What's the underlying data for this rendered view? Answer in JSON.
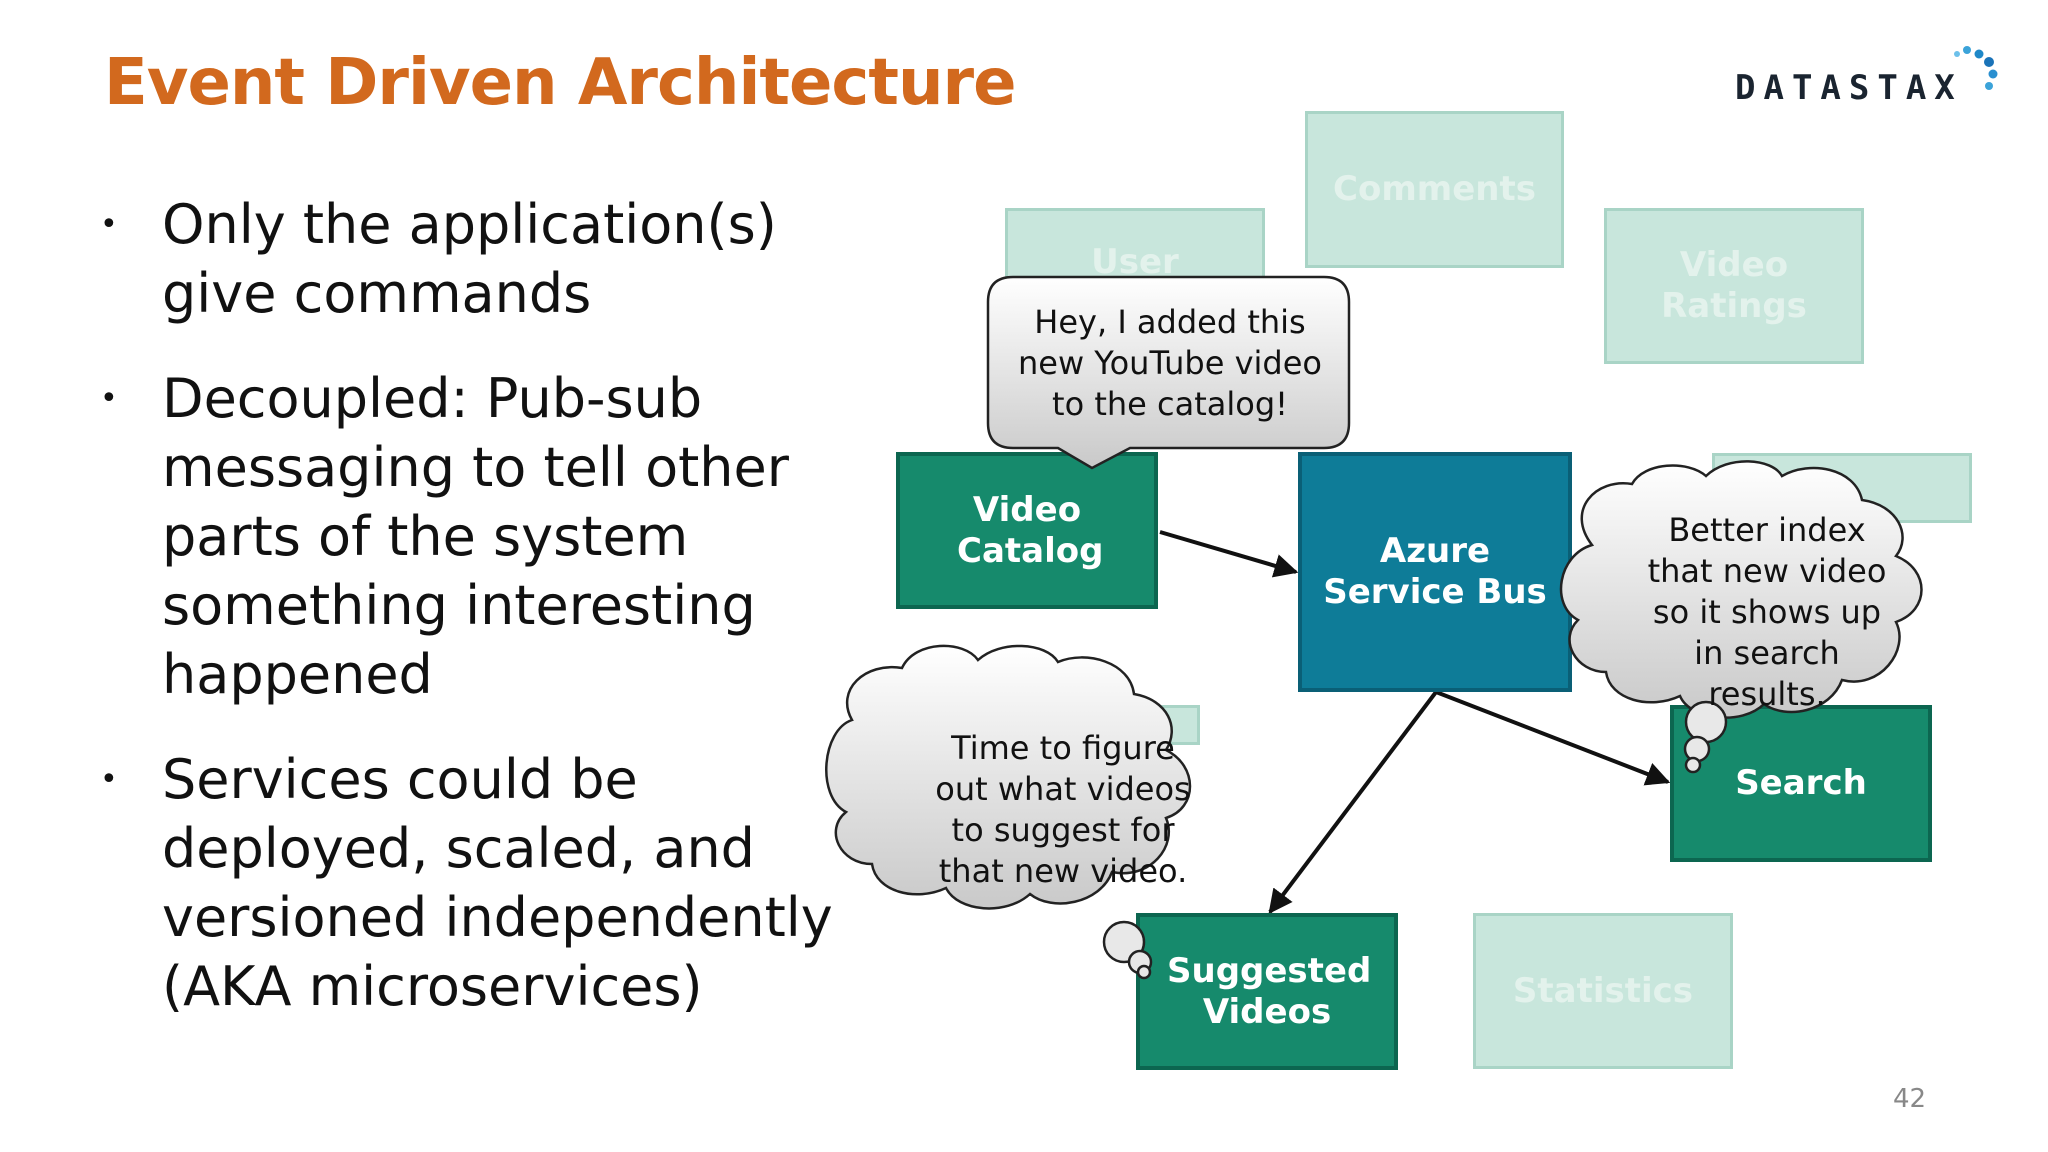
{
  "title": "Event Driven Architecture",
  "logo": {
    "text": "DATASTAX"
  },
  "bullets": [
    "Only the application(s) give commands",
    "Decoupled: Pub-sub messaging to tell other parts of the system something interesting happened",
    "Services could be deployed, scaled, and versioned independently (AKA microservices)"
  ],
  "diagram": {
    "ghost_boxes": {
      "comments": "Comments",
      "user": "User",
      "video_ratings": "Video Ratings",
      "statistics": "Statistics"
    },
    "active_boxes": {
      "video_catalog": "Video Catalog",
      "azure_service_bus": "Azure Service Bus",
      "search": "Search",
      "suggested_videos": "Suggested Videos"
    },
    "callouts": {
      "video_catalog": "Hey, I added this new YouTube video to the catalog!",
      "search": "Better index that new video so it shows up in search results.",
      "suggested_videos": "Time to figure out what videos to suggest for that new video."
    }
  },
  "page_number": "42",
  "colors": {
    "title": "#d2691e",
    "green_box": "#168a6c",
    "blue_box": "#0e7c98",
    "ghost_box": "#c8e6dc"
  }
}
